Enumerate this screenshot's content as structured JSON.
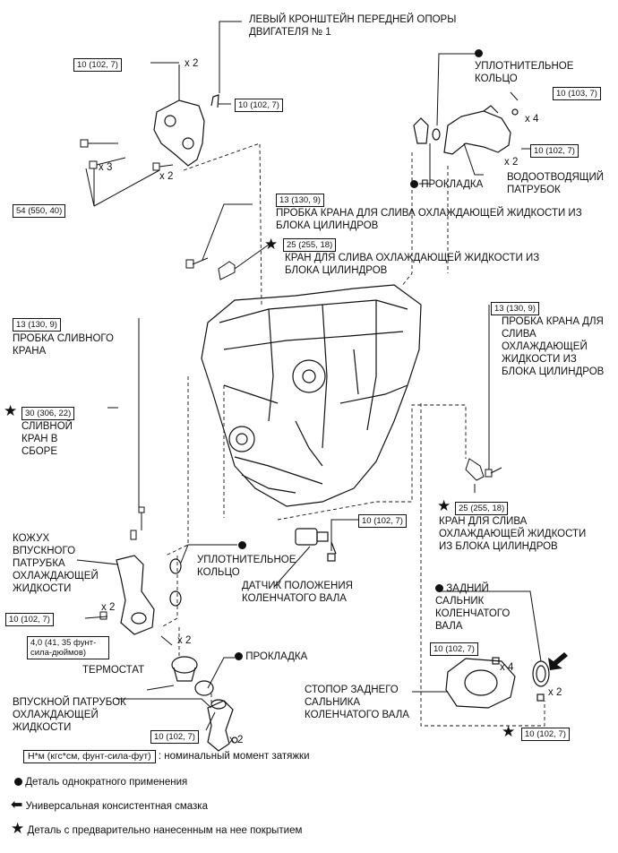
{
  "labels": {
    "bracket": "ЛЕВЫЙ КРОНШТЕЙН ПЕРЕДНЕЙ ОПОРЫ ДВИГАТЕЛЯ № 1",
    "oring_top": "УПЛОТНИТЕЛЬНОЕ КОЛЬЦО",
    "gasket_top": "ПРОКЛАДКА",
    "water_outlet": "ВОДООТВОДЯЩИЙ ПАТРУБОК",
    "drain_plug_top": "ПРОБКА КРАНА ДЛЯ СЛИВА ОХЛАЖДАЮЩЕЙ ЖИДКОСТИ ИЗ БЛОКА ЦИЛИНДРОВ",
    "drain_cock_top": "КРАН ДЛЯ СЛИВА ОХЛАЖДАЮЩЕЙ ЖИДКОСТИ ИЗ БЛОКА ЦИЛИНДРОВ",
    "drain_plug_left": "ПРОБКА СЛИВНОГО КРАНА",
    "drain_cock_assy": "СЛИВНОЙ КРАН В СБОРЕ",
    "drain_plug_right": "ПРОБКА КРАНА ДЛЯ СЛИВА ОХЛАЖДАЮЩЕЙ ЖИДКОСТИ ИЗ БЛОКА ЦИЛИНДРОВ",
    "drain_cock_right": "КРАН ДЛЯ СЛИВА ОХЛАЖДАЮЩЕЙ ЖИДКОСТИ ИЗ БЛОКА ЦИЛИНДРОВ",
    "inlet_housing": "КОЖУХ ВПУСКНОГО ПАТРУБКА ОХЛАЖДАЮЩЕЙ ЖИДКОСТИ",
    "oring_mid": "УПЛОТНИТЕЛЬНОЕ КОЛЬЦО",
    "crank_sensor": "ДАТЧИК ПОЛОЖЕНИЯ КОЛЕНЧАТОГО ВАЛА",
    "rear_seal": "ЗАДНИЙ САЛЬНИК КОЛЕНЧАТОГО ВАЛА",
    "thermostat": "ТЕРМОСТАТ",
    "gasket_mid": "ПРОКЛАДКА",
    "inlet": "ВПУСКНОЙ ПАТРУБОК ОХЛАЖДАЮЩЕЙ ЖИДКОСТИ",
    "retainer": "СТОПОР ЗАДНЕГО САЛЬНИКА КОЛЕНЧАТОГО ВАЛА"
  },
  "torque": {
    "t_bracket_1": "10 (102, 7)",
    "t_bracket_2": "10 (102, 7)",
    "t_bracket_54": "54 (550, 40)",
    "t_outlet_103": "10 (103, 7)",
    "t_outlet_102": "10 (102, 7)",
    "t_plug_top": "13 (130, 9)",
    "t_cock_top": "25 (255, 18)",
    "t_plug_left": "13 (130, 9)",
    "t_cock_assy": "30 (306, 22)",
    "t_plug_right": "13 (130, 9)",
    "t_cock_right": "25 (255, 18)",
    "t_sensor": "10 (102, 7)",
    "t_housing": "10 (102, 7)",
    "t_stud": "4,0 (41, 35 фунт-сила-дюймов)",
    "t_retainer": "10 (102, 7)",
    "t_retainer_2": "10 (102, 7)",
    "t_inlet": "10 (102, 7)"
  },
  "multipliers": {
    "x2": "x 2",
    "x3": "x 3",
    "x4": "x 4"
  },
  "legend": {
    "torque_key": "Н*м (кгс*см, фунт-сила-фут)",
    "torque_desc": ": номинальный момент затяжки",
    "non_reusable": "Деталь однократного применения",
    "grease": "Универсальная консистентная смазка",
    "precoated": "Деталь с предварительно нанесенным на нее покрытием"
  }
}
